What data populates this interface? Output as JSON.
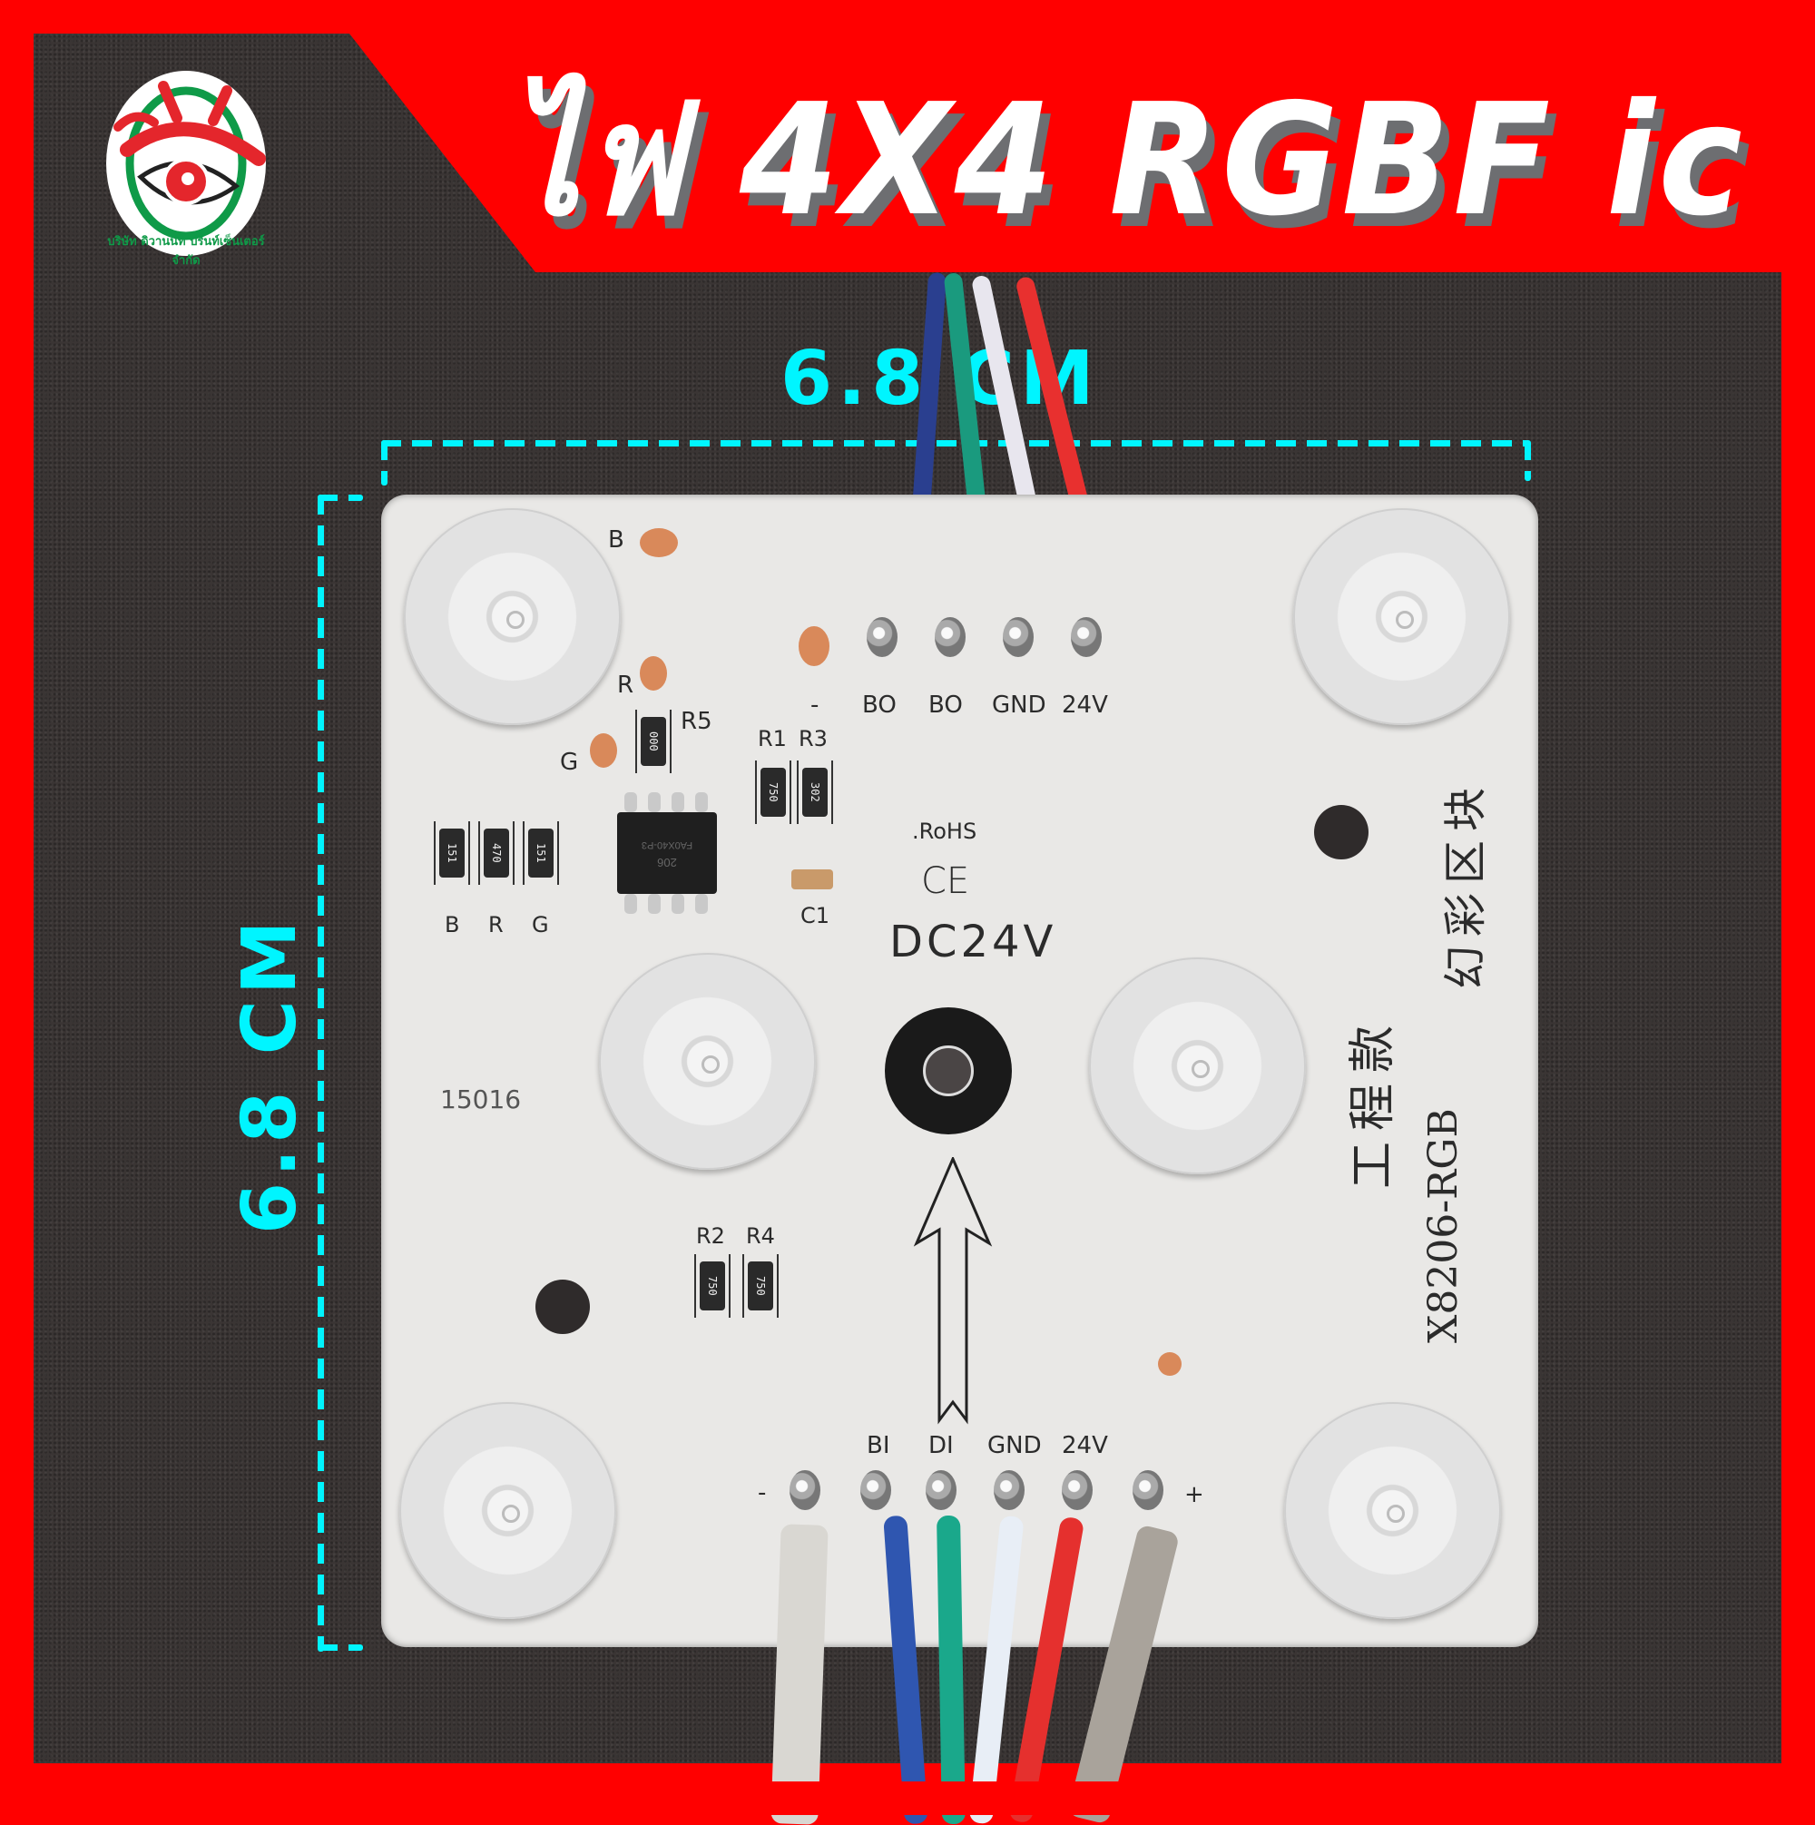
{
  "banner": {
    "title": "ไฟ 4X4 RGBF ic",
    "background_color": "#ff0000",
    "title_color": "#ffffff",
    "title_shadow_color": "#6d6e71"
  },
  "logo": {
    "name": "eye-logo",
    "caption": "บริษัท ดิวานนท์ ปริ้นท์เซ็นเตอร์ จำกัด",
    "colors": {
      "red": "#e4262c",
      "green": "#0f9a48",
      "white": "#ffffff"
    }
  },
  "dimensions": {
    "width_label": "6.8 CM",
    "height_label": "6.8 CM",
    "color": "#00f5ff"
  },
  "board": {
    "top_connector_labels": [
      "-",
      "BO",
      "BO",
      "GND",
      "24V"
    ],
    "bottom_connector_labels": [
      "-",
      "BI",
      "DI",
      "GND",
      "24V",
      "+"
    ],
    "pad_labels": [
      "B",
      "R",
      "G"
    ],
    "resistor_row_labels": [
      "B",
      "R",
      "G"
    ],
    "resistor_row_codes": [
      "151",
      "470",
      "151"
    ],
    "r5": {
      "label": "R5",
      "code": "000"
    },
    "r1": {
      "label": "R1",
      "code": "750"
    },
    "r3": {
      "label": "R3",
      "code": "302"
    },
    "r2": {
      "label": "R2",
      "code": "750"
    },
    "r4": {
      "label": "R4",
      "code": "750"
    },
    "c1_label": "C1",
    "ic_marking": [
      "FA0X40-P3",
      "206"
    ],
    "rohs": ".RoHS",
    "ce": "CE",
    "voltage": "DC24V",
    "batch": "15016",
    "model": "X8206-RGB",
    "chinese_line1": "工程款",
    "chinese_line2": "幻彩区块"
  },
  "wires": {
    "top": [
      "#2a3f8f",
      "#1a9a7e",
      "#e8e6ee",
      "#e8302f"
    ],
    "bottom": [
      "#d9d7d2",
      "#2f56b0",
      "#1aa88b",
      "#e8eef6",
      "#e5302e",
      "#a9a39b"
    ]
  }
}
